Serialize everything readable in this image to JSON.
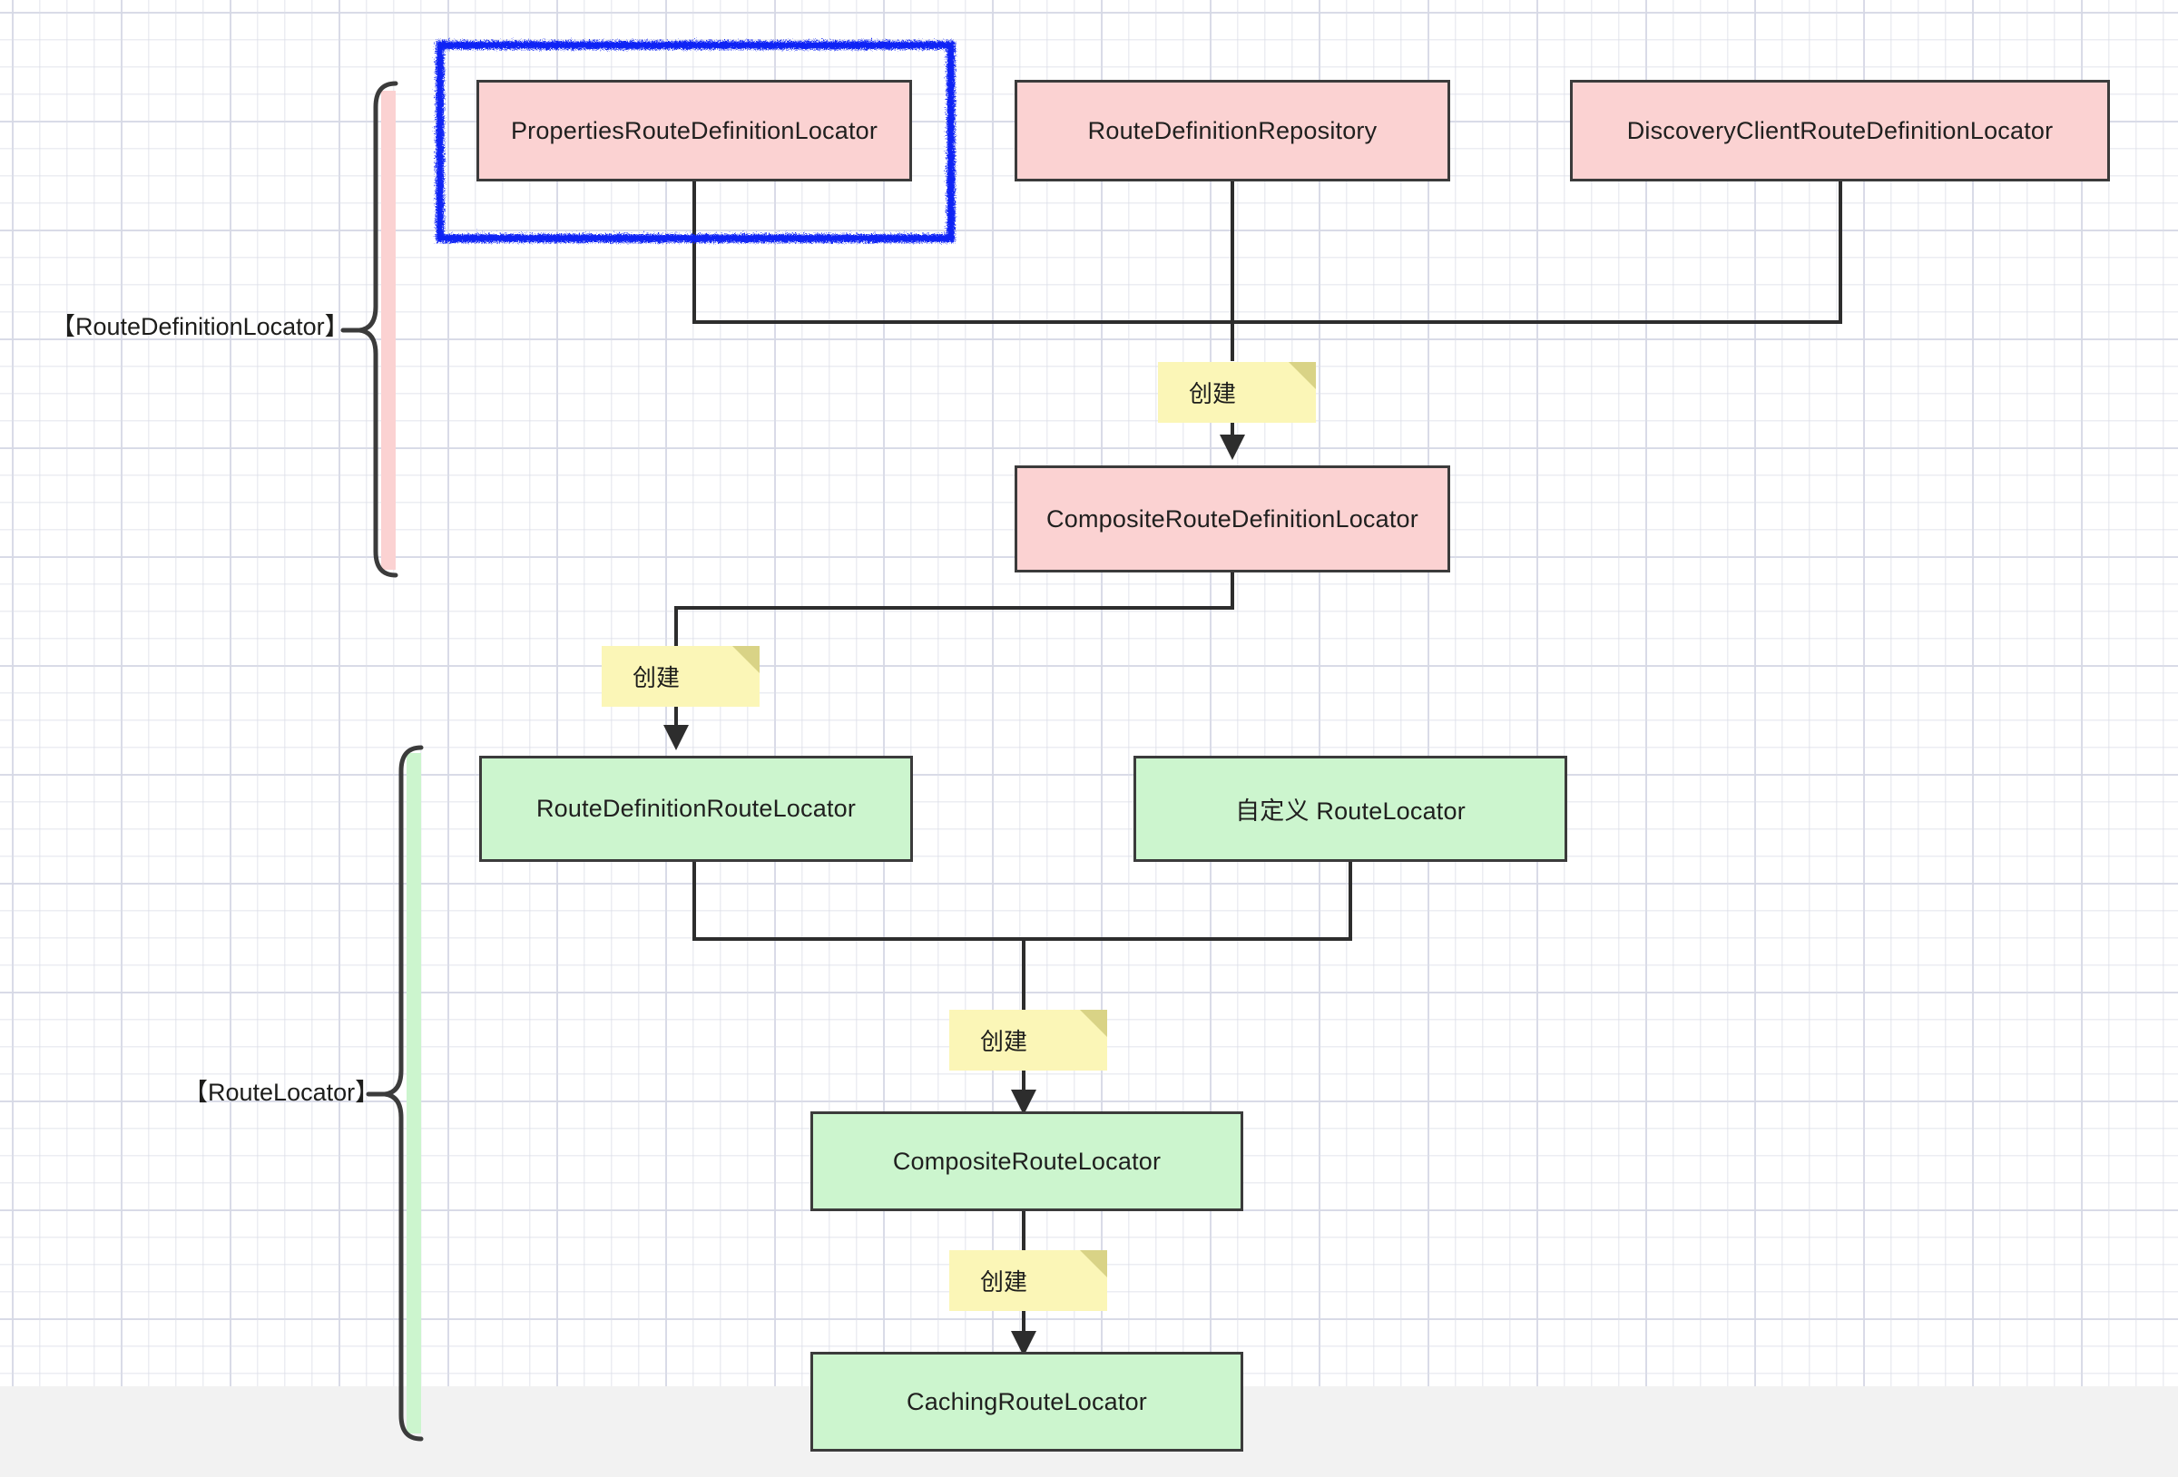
{
  "canvas": {
    "background_color": "#f2f2f2",
    "paper_color": "#ffffff",
    "grid_minor_color": "#dcdee8",
    "grid_major_color": "#c8ccde"
  },
  "palette": {
    "pink_fill": "#fbd2d2",
    "green_fill": "#ccf5ce",
    "note_fill": "#fbf6b7",
    "note_fold": "#d9d386",
    "stroke": "#3b3b3b",
    "annotation_blue": "#0b24f5"
  },
  "diagram": {
    "type": "flowchart",
    "title": "",
    "groups": [
      {
        "id": "route-definition-locator",
        "label": "【RouteDefinitionLocator】",
        "color": "#fbd2d2",
        "members": [
          "PropertiesRouteDefinitionLocator",
          "RouteDefinitionRepository",
          "DiscoveryClientRouteDefinitionLocator",
          "CompositeRouteDefinitionLocator"
        ]
      },
      {
        "id": "route-locator",
        "label": "【RouteLocator】",
        "color": "#ccf5ce",
        "members": [
          "RouteDefinitionRouteLocator",
          "自定义 RouteLocator",
          "CompositeRouteLocator",
          "CachingRouteLocator"
        ]
      }
    ],
    "nodes": [
      {
        "id": "properties",
        "label": "PropertiesRouteDefinitionLocator",
        "color": "pink",
        "highlighted": true
      },
      {
        "id": "repository",
        "label": "RouteDefinitionRepository",
        "color": "pink",
        "highlighted": false
      },
      {
        "id": "discovery",
        "label": "DiscoveryClientRouteDefinitionLocator",
        "color": "pink",
        "highlighted": false
      },
      {
        "id": "composite-def",
        "label": "CompositeRouteDefinitionLocator",
        "color": "pink",
        "highlighted": false
      },
      {
        "id": "rd-route-locator",
        "label": "RouteDefinitionRouteLocator",
        "color": "green",
        "highlighted": false
      },
      {
        "id": "custom-locator",
        "label": "自定义 RouteLocator",
        "color": "green",
        "highlighted": false
      },
      {
        "id": "composite-locator",
        "label": "CompositeRouteLocator",
        "color": "green",
        "highlighted": false
      },
      {
        "id": "caching-locator",
        "label": "CachingRouteLocator",
        "color": "green",
        "highlighted": false
      }
    ],
    "edge_notes": [
      {
        "id": "note-1",
        "label": "创建",
        "from": [
          "properties",
          "repository",
          "discovery"
        ],
        "to": "composite-def"
      },
      {
        "id": "note-2",
        "label": "创建",
        "from": [
          "composite-def"
        ],
        "to": "rd-route-locator"
      },
      {
        "id": "note-3",
        "label": "创建",
        "from": [
          "rd-route-locator",
          "custom-locator"
        ],
        "to": "composite-locator"
      },
      {
        "id": "note-4",
        "label": "创建",
        "from": [
          "composite-locator"
        ],
        "to": "caching-locator"
      }
    ],
    "annotation": {
      "id": "blue-highlight",
      "shape": "hand-drawn-rectangle",
      "color": "#0b24f5",
      "targets": [
        "properties"
      ]
    }
  }
}
